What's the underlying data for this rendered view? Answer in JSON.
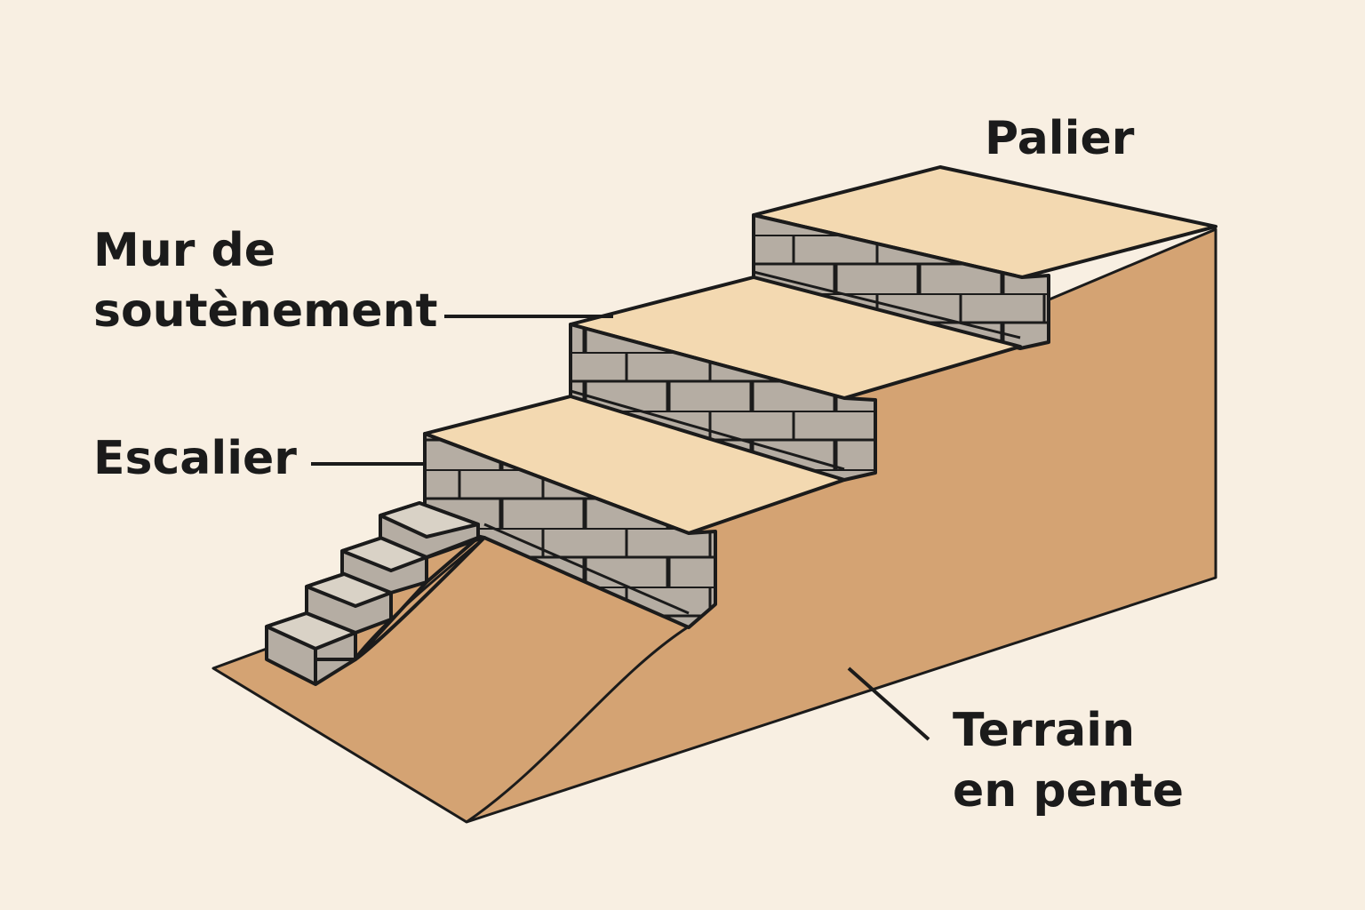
{
  "diagram": {
    "labels": {
      "palier": "Palier",
      "mur_line1": "Mur de",
      "mur_line2": "soutènement",
      "escalier": "Escalier",
      "terrain_line1": "Terrain",
      "terrain_line2": "en pente"
    },
    "colors": {
      "background": "#f8efe2",
      "soil": "#d4a373",
      "tread": "#f3d9b1",
      "stone": "#b5ada3",
      "outline": "#1b1b1b"
    }
  }
}
